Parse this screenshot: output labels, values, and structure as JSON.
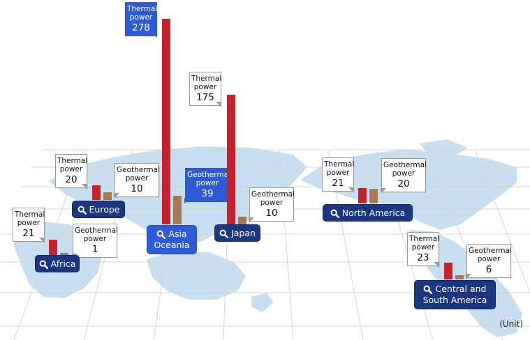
{
  "thermal_label": "Thermal\npower",
  "geothermal_label": "Geothermal\npower",
  "unit_text": "(Unit)",
  "colors": {
    "thermal": "#c4232d",
    "geothermal": "#a57a55",
    "continent": "#c7dff0",
    "grid": "#d4d4d4",
    "button": "#1b3781",
    "button_active": "#2f5bd6"
  },
  "icon": "magnifier-icon",
  "regions": [
    {
      "id": "africa",
      "label": "Africa",
      "thermal": 21,
      "geothermal": 1,
      "active": false
    },
    {
      "id": "europe",
      "label": "Europe",
      "thermal": 20,
      "geothermal": 10,
      "active": false
    },
    {
      "id": "asia-oceania",
      "label": "Asia\nOceania",
      "thermal": 278,
      "geothermal": 39,
      "active": true
    },
    {
      "id": "japan",
      "label": "Japan",
      "thermal": 175,
      "geothermal": 10,
      "active": false
    },
    {
      "id": "north-america",
      "label": "North America",
      "thermal": 21,
      "geothermal": 20,
      "active": false
    },
    {
      "id": "central-south-america",
      "label": "Central and\nSouth America",
      "thermal": 23,
      "geothermal": 6,
      "active": false
    }
  ]
}
